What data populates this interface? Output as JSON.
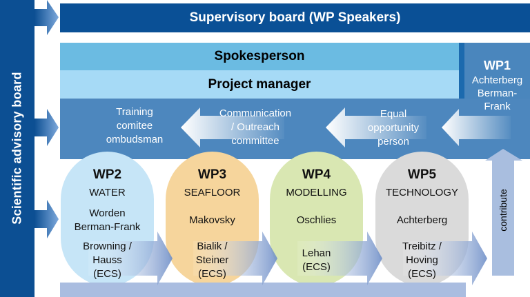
{
  "scientific_advisory_board": "Scientific advisory board",
  "supervisory_board": "Supervisory board (WP Speakers)",
  "spokesperson": "Spokesperson",
  "project_manager": "Project manager",
  "wp1": {
    "title": "WP1",
    "names": [
      "Achterberg",
      "Berman-",
      "Frank"
    ]
  },
  "committees": [
    {
      "lines": [
        "Training",
        "comitee",
        "ombudsman"
      ]
    },
    {
      "lines": [
        "Communication",
        "/ Outreach",
        "committee"
      ]
    },
    {
      "lines": [
        "Equal",
        "opportunity",
        "person"
      ]
    }
  ],
  "work_packages": [
    {
      "title": "WP2",
      "topic": "WATER",
      "leads": [
        "Worden",
        "Berman-Frank"
      ],
      "ecs": [
        "Browning /",
        "Hauss",
        "(ECS)"
      ],
      "color": "#c6e5f7"
    },
    {
      "title": "WP3",
      "topic": "SEAFLOOR",
      "leads": [
        "Makovsky"
      ],
      "ecs": [
        "Bialik /",
        "Steiner",
        "(ECS)"
      ],
      "color": "#f6d59c"
    },
    {
      "title": "WP4",
      "topic": "MODELLING",
      "leads": [
        "Oschlies"
      ],
      "ecs": [
        "Lehan",
        "(ECS)"
      ],
      "color": "#d9e7b2"
    },
    {
      "title": "WP5",
      "topic": "TECHNOLOGY",
      "leads": [
        "Achterberg"
      ],
      "ecs": [
        "Treibitz /",
        "Hoving",
        "(ECS)"
      ],
      "color": "#dadada"
    }
  ],
  "contribute": "contribute",
  "colors": {
    "dark_blue": "#0a5096",
    "spokesperson": "#6bbbe2",
    "project_manager": "#a6daf6",
    "committee_band": "#4d87be",
    "flow_arrow": "#8fa9d6"
  }
}
